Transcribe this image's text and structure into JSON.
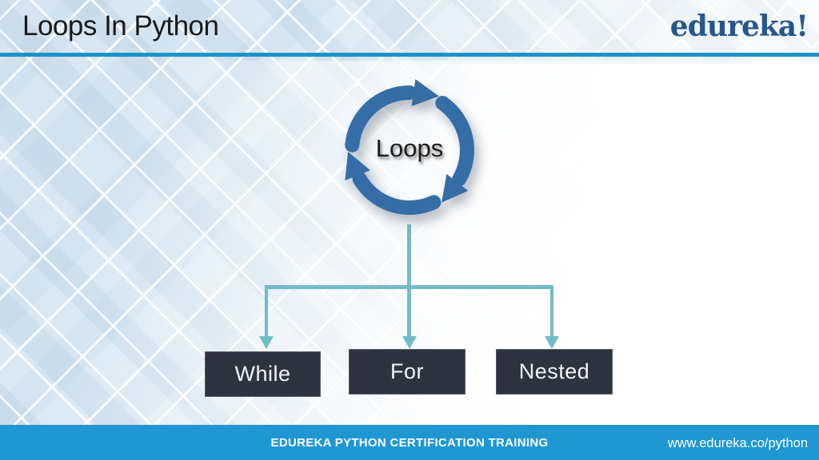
{
  "slide": {
    "title": "Loops In Python",
    "logo": "edureka!",
    "diagram": {
      "center_label": "Loops",
      "boxes": [
        {
          "label": "While"
        },
        {
          "label": "For"
        },
        {
          "label": "Nested"
        }
      ]
    },
    "footer": {
      "course": "EDUREKA PYTHON CERTIFICATION TRAINING",
      "url": "www.edureka.co/python"
    },
    "icons": {
      "loop_cycle": "three-circular-arrows-clockwise",
      "connector_arrow": "triangle-down"
    },
    "colors": {
      "accent_line": "#1e92c8",
      "footer_bar": "#1e97d3",
      "loop_arrow_blue": "#356da6",
      "connector_teal": "#72bcc8",
      "box_background": "#2d3440",
      "logo_blue": "#26568c"
    }
  }
}
